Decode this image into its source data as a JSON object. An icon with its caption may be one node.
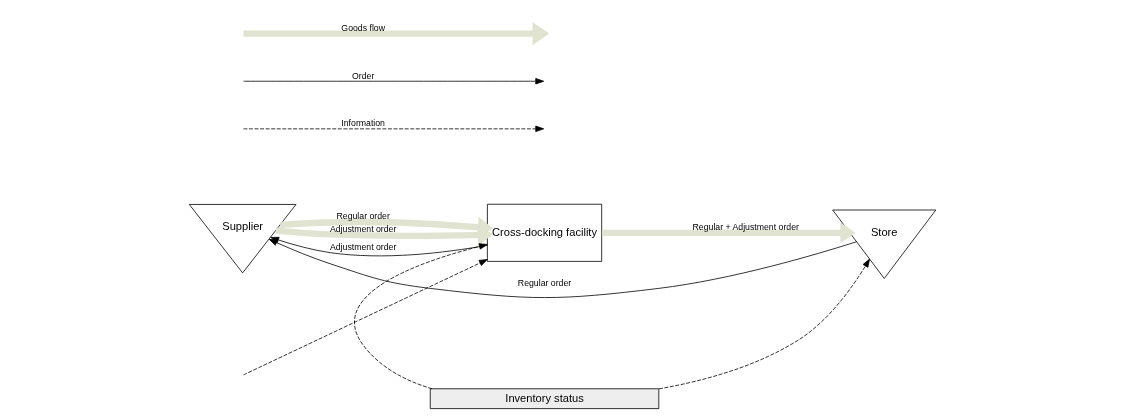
{
  "diagram": {
    "nodes": [
      {
        "text": [
          "Supplier"
        ]
      },
      {
        "text": [
          "Cross-docking facility"
        ]
      },
      {
        "text": [
          "Store"
        ]
      },
      {
        "text": [
          "Inventory status"
        ]
      }
    ],
    "edges": [
      {
        "from": 0,
        "to": 1,
        "arrow": "to",
        "label": "Regular order",
        "style": "thick",
        "color": "#dfe3cf"
      },
      {
        "from": 0,
        "to": 1,
        "arrow": "to",
        "label": "Adjustment order",
        "style": "thick",
        "color": "#dfe3cf"
      },
      {
        "from": 1,
        "to": 2,
        "arrow": "to",
        "label": "Regular + Adjustment order",
        "style": "thick",
        "color": "#dfe3cf"
      },
      {
        "from": 2,
        "to": 0,
        "arrow": "to",
        "label": "Regular order"
      },
      {
        "from": 1,
        "to": 0,
        "arrow": "to",
        "label": "Adjustment order"
      },
      {
        "from": null,
        "to": 1,
        "arrow": "to",
        "style": "dashed"
      },
      {
        "from": 3,
        "to": 1,
        "arrow": "to",
        "style": "dashed"
      },
      {
        "from": 3,
        "to": 2,
        "arrow": "to",
        "style": "dashed"
      }
    ],
    "legend": [
      {
        "text": "Goods flow"
      },
      {
        "text": "Order"
      },
      {
        "text": "Information"
      }
    ]
  }
}
